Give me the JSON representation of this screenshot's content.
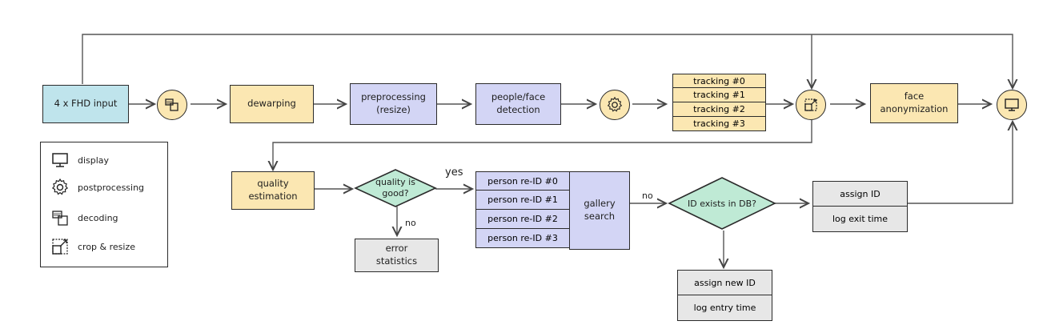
{
  "nodes": {
    "input": "4 x FHD input",
    "dewarping": "dewarping",
    "preprocessing": "preprocessing\n(resize)",
    "detection": "people/face\ndetection",
    "tracking": [
      "tracking #0",
      "tracking #1",
      "tracking #2",
      "tracking #3"
    ],
    "anonymization": "face\nanonymization",
    "quality_estimation": "quality\nestimation",
    "quality_decision": "quality is\ngood?",
    "error_statistics": "error\nstatistics",
    "reid": [
      "person re-ID #0",
      "person re-ID #1",
      "person re-ID #2",
      "person re-ID #3"
    ],
    "gallery_search": "gallery\nsearch",
    "id_decision": "ID exists in DB?",
    "assign_id": [
      "assign ID",
      "log exit time"
    ],
    "assign_new_id": [
      "assign new ID",
      "log entry time"
    ]
  },
  "edge_labels": {
    "yes": "yes",
    "no_quality": "no",
    "no_id": "no"
  },
  "legend": {
    "display": "display",
    "postprocessing": "postprocessing",
    "decoding": "decoding",
    "crop_resize": "crop & resize"
  },
  "colors": {
    "input": "#bfe4ec",
    "stage": "#fbe7b2",
    "model": "#d3d5f5",
    "decision": "#bfead5",
    "db": "#e7e7e7"
  }
}
